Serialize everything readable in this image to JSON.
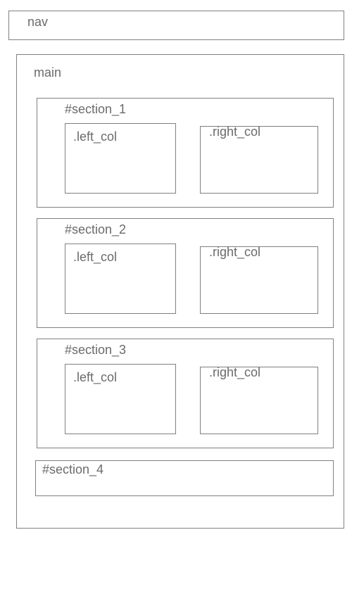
{
  "nav": {
    "label": "nav"
  },
  "main": {
    "label": "main",
    "sections": [
      {
        "label": "#section_1",
        "left_col": ".left_col",
        "right_col": ".right_col"
      },
      {
        "label": "#section_2",
        "left_col": ".left_col",
        "right_col": ".right_col"
      },
      {
        "label": "#section_3",
        "left_col": ".left_col",
        "right_col": ".right_col"
      }
    ],
    "section4": {
      "label": "#section_4"
    }
  },
  "colors": {
    "border": "#808080",
    "text": "#6b6b6b",
    "background": "#ffffff"
  }
}
